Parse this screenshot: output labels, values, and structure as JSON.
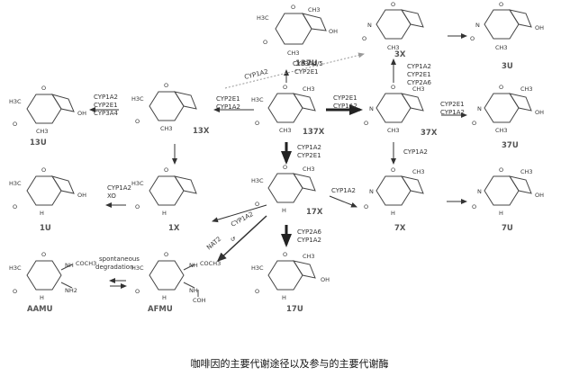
{
  "caption": "咖啡因的主要代谢途径以及参与的主要代谢酶",
  "atom_labels": {
    "O": "O",
    "N": "N",
    "OH": "OH",
    "H3C": "H3C",
    "CH3": "CH3",
    "H": "H"
  },
  "compounds": [
    {
      "id": "137U",
      "label": "137U"
    },
    {
      "id": "3X",
      "label": "3X"
    },
    {
      "id": "3U",
      "label": "3U"
    },
    {
      "id": "13U",
      "label": "13U"
    },
    {
      "id": "13X",
      "label": "13X"
    },
    {
      "id": "137X",
      "label": "137X"
    },
    {
      "id": "37X",
      "label": "37X"
    },
    {
      "id": "37U",
      "label": "37U"
    },
    {
      "id": "1U",
      "label": "1U"
    },
    {
      "id": "1X",
      "label": "1X"
    },
    {
      "id": "17X",
      "label": "17X"
    },
    {
      "id": "7X",
      "label": "7X"
    },
    {
      "id": "7U",
      "label": "7U"
    },
    {
      "id": "AAMU",
      "label": "AAMU"
    },
    {
      "id": "AFMU",
      "label": "AFMU"
    },
    {
      "id": "17U",
      "label": "17U"
    }
  ],
  "enzymes": [
    {
      "id": "e1",
      "lines": [
        "CYP1A2"
      ]
    },
    {
      "id": "e2",
      "lines": [
        "CYP3A4/5",
        "CYP2E1"
      ]
    },
    {
      "id": "e3",
      "lines": [
        "CYP1A2",
        "CYP2E1",
        "CYP3A4"
      ]
    },
    {
      "id": "e4",
      "lines": [
        "CYP2E1",
        "CYP1A2"
      ]
    },
    {
      "id": "e5",
      "lines": [
        "CYP2E1",
        "CYP1A2"
      ]
    },
    {
      "id": "e6",
      "lines": [
        "CYP1A2",
        "CYP2E1",
        "CYP2A6"
      ]
    },
    {
      "id": "e7",
      "lines": [
        "CYP2E1",
        "CYP1A2"
      ]
    },
    {
      "id": "e8",
      "lines": [
        "CYP1A2",
        "CYP2E1"
      ]
    },
    {
      "id": "e9",
      "lines": [
        "CYP1A2"
      ]
    },
    {
      "id": "e10",
      "lines": [
        "CYP1A2",
        "XO"
      ]
    },
    {
      "id": "e11",
      "lines": [
        "CYP1A2"
      ]
    },
    {
      "id": "e12",
      "lines": [
        "CYP2A6",
        "CYP1A2"
      ]
    },
    {
      "id": "e13",
      "lines": [
        "CYP1A2"
      ]
    },
    {
      "id": "e14",
      "lines": [
        "NAT2"
      ]
    },
    {
      "id": "e15",
      "lines": [
        "spontaneous",
        "degradation"
      ]
    }
  ],
  "substituents": {
    "COCH3": "COCH3",
    "NH": "NH",
    "NH2": "NH2",
    "COH": "COH"
  }
}
